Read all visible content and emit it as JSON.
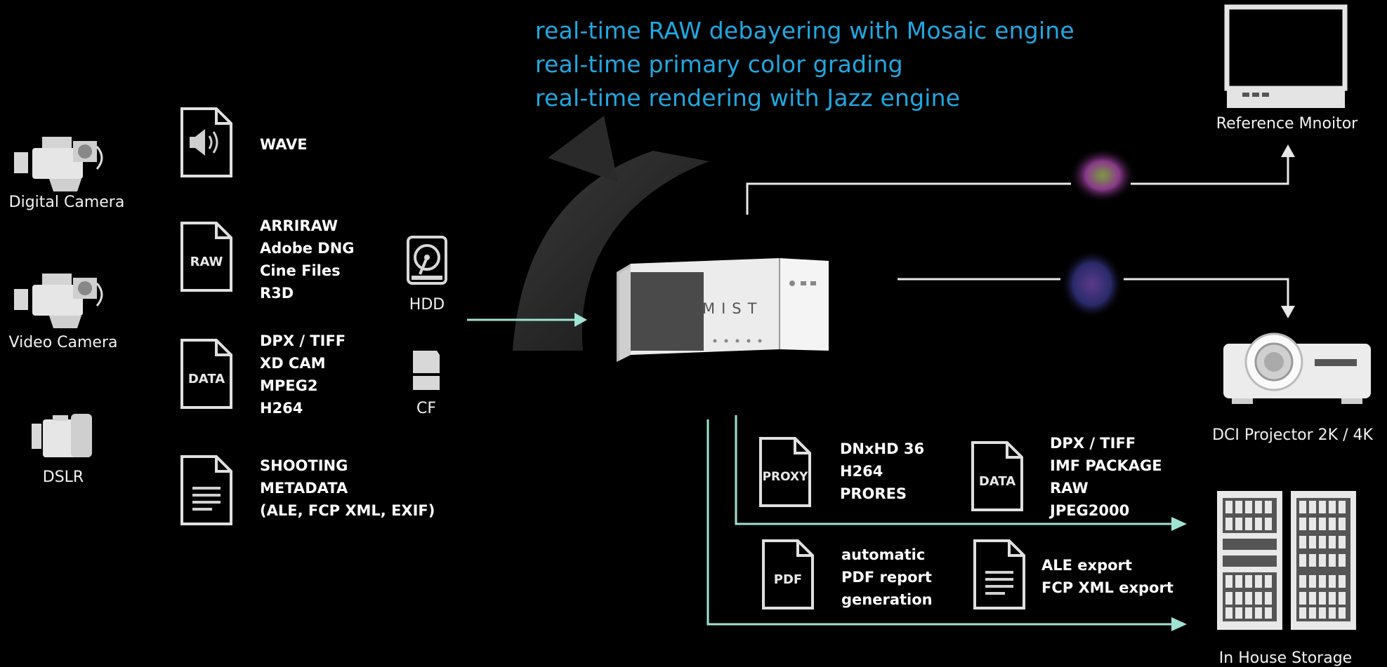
{
  "taglines": [
    "real-time RAW debayering with Mosaic engine",
    "real-time primary color grading",
    "real-time rendering with Jazz engine"
  ],
  "sources": {
    "digital_camera": "Digital Camera",
    "video_camera": "Video Camera",
    "dslr": "DSLR"
  },
  "input_formats": {
    "wave": {
      "items": [
        "WAVE"
      ]
    },
    "raw": {
      "doc_label": "RAW",
      "items": [
        "ARRIRAW",
        "Adobe DNG",
        "Cine Files",
        "R3D"
      ]
    },
    "data": {
      "doc_label": "DATA",
      "items": [
        "DPX / TIFF",
        "XD CAM",
        "MPEG2",
        "H264"
      ]
    },
    "metadata": {
      "items": [
        "SHOOTING",
        "METADATA",
        "(ALE, FCP XML, EXIF)"
      ]
    }
  },
  "media": {
    "hdd": "HDD",
    "cf": "CF"
  },
  "device": {
    "label": "MIST"
  },
  "outputs": {
    "reference_monitor": "Reference Mnoitor",
    "projector": "DCI Projector 2K / 4K",
    "storage": "In House Storage"
  },
  "output_formats": {
    "proxy": {
      "doc_label": "PROXY",
      "items": [
        "DNxHD 36",
        "H264",
        "PRORES"
      ]
    },
    "data": {
      "doc_label": "DATA",
      "items": [
        "DPX / TIFF",
        "IMF PACKAGE",
        "RAW",
        "JPEG2000"
      ]
    },
    "pdf": {
      "doc_label": "PDF",
      "items": [
        "automatic",
        "PDF report",
        "generation"
      ]
    },
    "ale": {
      "items": [
        "ALE export",
        "FCP XML export"
      ]
    }
  },
  "colors": {
    "tagline": "#1fa8e0",
    "arrow": "#9fe3d2",
    "background": "#000000"
  }
}
